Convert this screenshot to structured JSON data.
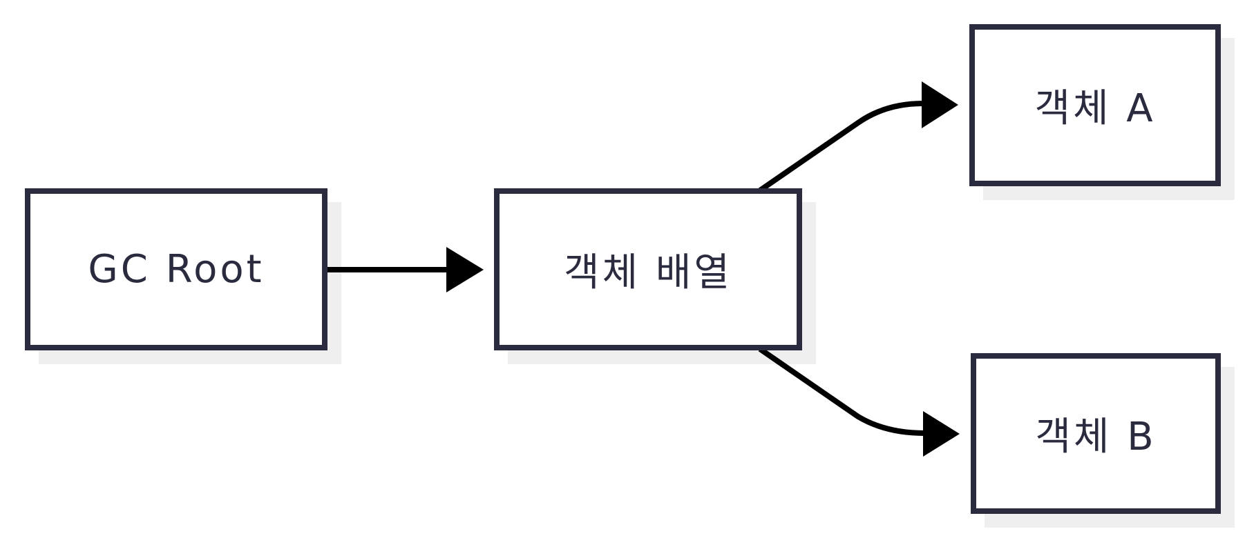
{
  "diagram": {
    "nodes": {
      "gc_root": {
        "label": "GC Root"
      },
      "object_array": {
        "label": "객체 배열"
      },
      "object_a": {
        "label": "객체 A"
      },
      "object_b": {
        "label": "객체 B"
      }
    },
    "edges": [
      {
        "from": "gc_root",
        "to": "object_array"
      },
      {
        "from": "object_array",
        "to": "object_a"
      },
      {
        "from": "object_array",
        "to": "object_b"
      }
    ],
    "colors": {
      "node_border": "#2b2b3f",
      "node_text": "#2b2b3f",
      "node_shadow": "#efefef",
      "edge": "#000000"
    }
  }
}
